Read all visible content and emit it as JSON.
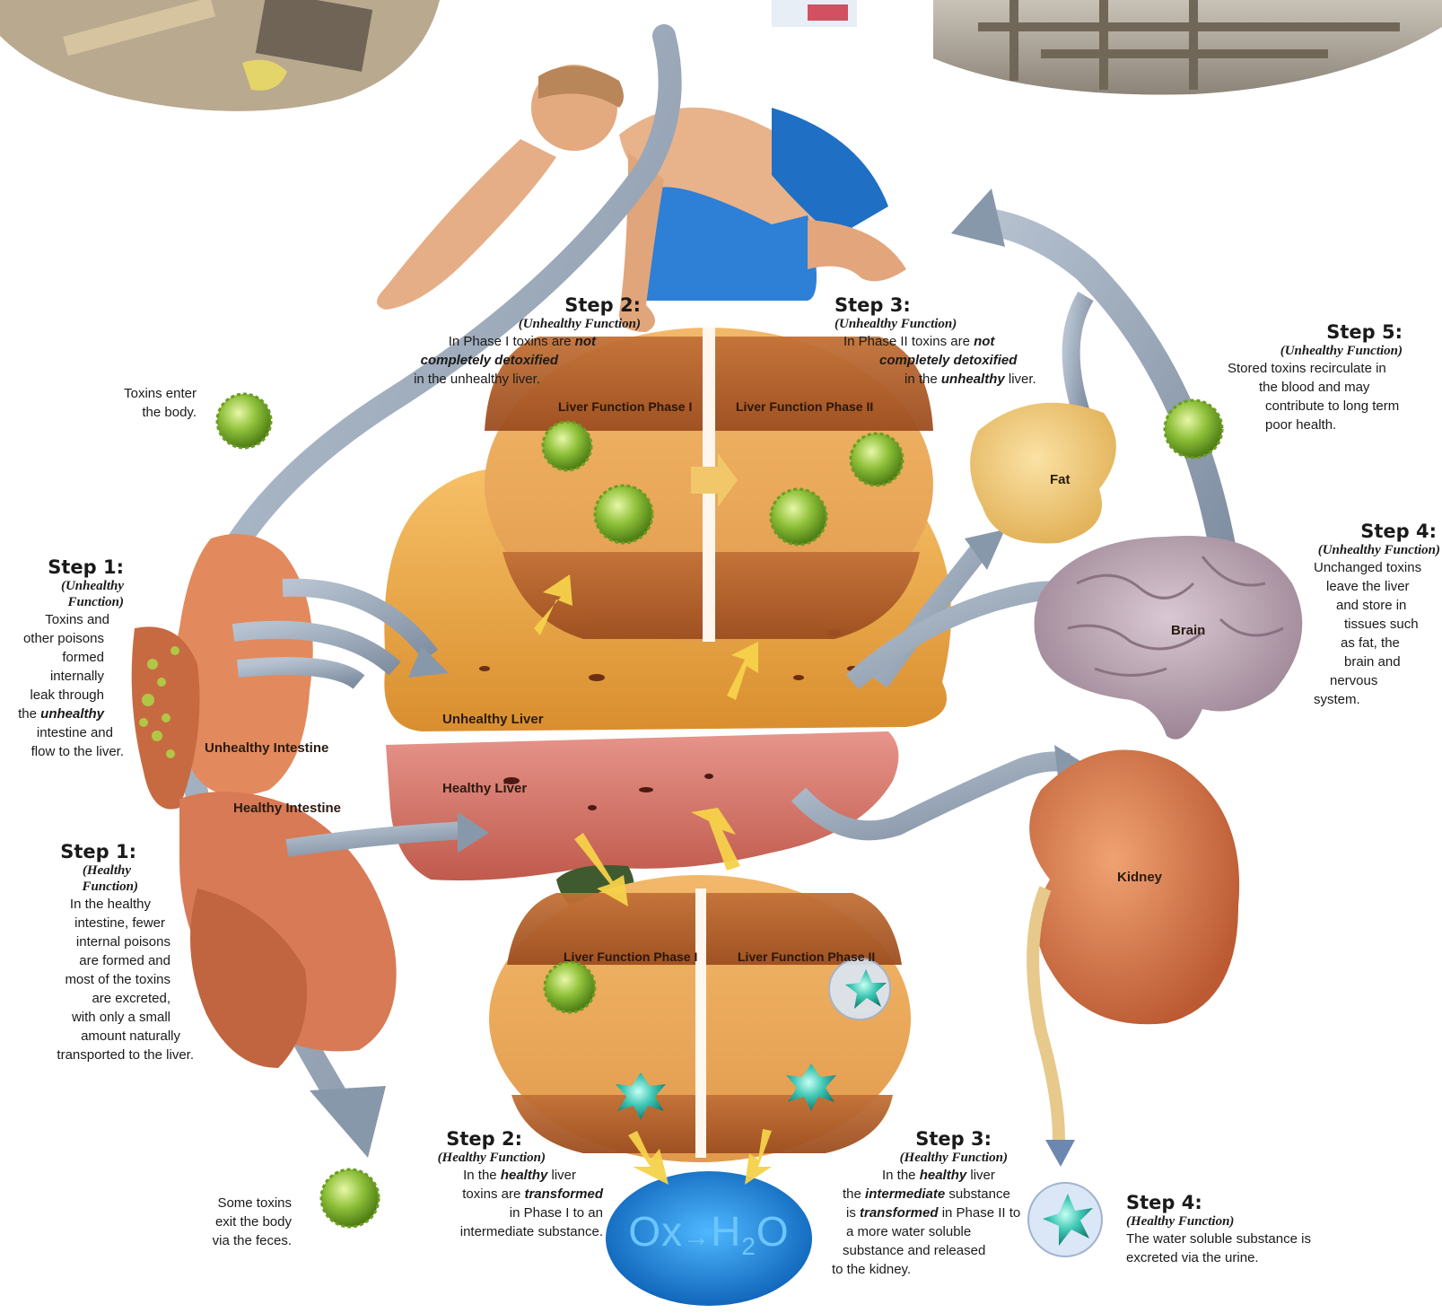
{
  "toxin_color": "#7fb32a",
  "water_soluble_color": "#3fbfb0",
  "toxins_enter": {
    "line1": "Toxins enter",
    "line2": "the body."
  },
  "step1_unhealthy": {
    "title": "Step 1:",
    "sub1": "(Unhealthy",
    "sub2": "Function)",
    "lines": [
      "Toxins and",
      "other poisons",
      "formed",
      "internally",
      "leak through"
    ],
    "line6_pre": "the ",
    "line6_em": "unhealthy",
    "lines2": [
      "intestine and",
      "flow to the liver."
    ]
  },
  "step1_healthy": {
    "title": "Step 1:",
    "sub1": "(Healthy",
    "sub2": "Function)",
    "lines": [
      "In the healthy",
      "intestine, fewer",
      "internal poisons",
      "are formed and",
      "most of the toxins",
      "are excreted,",
      "with only a small",
      "amount naturally",
      "transported to the liver."
    ]
  },
  "step2_unhealthy": {
    "title": "Step 2:",
    "sub": "(Unhealthy Function)",
    "l1_pre": "In Phase I toxins are ",
    "l1_em": "not",
    "l2_em": "completely detoxified",
    "l3": "in the unhealthy liver."
  },
  "step3_unhealthy": {
    "title": "Step 3:",
    "sub": "(Unhealthy Function)",
    "l1_pre": "In Phase II toxins are ",
    "l1_em": "not",
    "l2_em": "completely detoxified",
    "l3_pre": "in the ",
    "l3_em": "unhealthy",
    "l3_post": " liver."
  },
  "step5_unhealthy": {
    "title": "Step 5:",
    "sub": "(Unhealthy Function)",
    "lines": [
      "Stored toxins recirculate in",
      "the blood and may",
      "contribute to long term",
      "poor health."
    ]
  },
  "step4_unhealthy": {
    "title": "Step 4:",
    "sub": "(Unhealthy Function)",
    "lines": [
      "Unchanged toxins",
      "leave the liver",
      "and store in",
      "tissues such",
      "as fat, the",
      "brain and",
      "nervous",
      "system."
    ]
  },
  "step2_healthy": {
    "title": "Step 2:",
    "sub": "(Healthy Function)",
    "l1_pre": "In the ",
    "l1_em": "healthy",
    "l1_post": " liver",
    "l2_pre": "toxins are ",
    "l2_em": "transformed",
    "l3": "in Phase I to an",
    "l4": "intermediate substance."
  },
  "step3_healthy": {
    "title": "Step 3:",
    "sub": "(Healthy Function)",
    "l1_pre": "In the ",
    "l1_em": "healthy",
    "l1_post": " liver",
    "l2_pre": "the ",
    "l2_em": "intermediate",
    "l2_post": " substance",
    "l3_pre": "is ",
    "l3_em": "transformed",
    "l3_post": " in Phase II to",
    "l4": "a more water soluble",
    "l5": "substance and released",
    "l6": "to the kidney."
  },
  "step4_healthy": {
    "title": "Step 4:",
    "sub": "(Healthy Function)",
    "lines": [
      "The water soluble substance is",
      "excreted via the urine."
    ]
  },
  "toxins_exit": {
    "lines": [
      "Some toxins",
      "exit the body",
      "via the feces."
    ]
  },
  "organs": {
    "unhealthy_liver": "Unhealthy Liver",
    "healthy_liver": "Healthy Liver",
    "unhealthy_intestine": "Unhealthy Intestine",
    "healthy_intestine": "Healthy Intestine",
    "fat": "Fat",
    "brain": "Brain",
    "kidney": "Kidney",
    "phase1_top": "Liver Function Phase I",
    "phase2_top": "Liver Function Phase II",
    "phase1_bottom": "Liver Function Phase I",
    "phase2_bottom": "Liver Function Phase II"
  },
  "ox_h2o": {
    "ox": "Ox",
    "arrow": "→",
    "h": "H",
    "sub": "2",
    "o": "O"
  }
}
